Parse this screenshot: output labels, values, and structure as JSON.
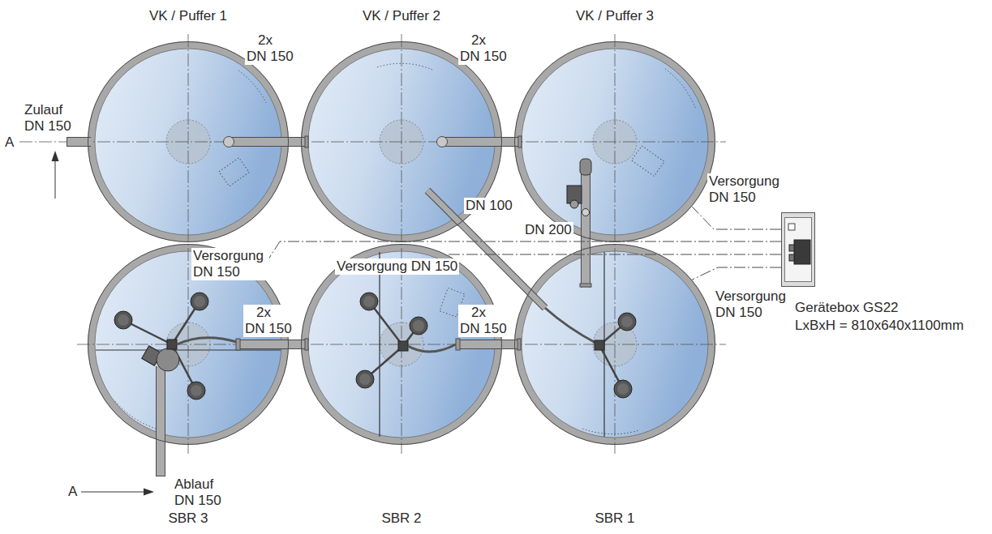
{
  "diagram": {
    "nodes": [
      {
        "text": [
          "VK / Puffer 1"
        ]
      },
      {
        "text": [
          "VK / Puffer 2"
        ]
      },
      {
        "text": [
          "VK / Puffer 3"
        ]
      },
      {
        "text": [
          "SBR 3"
        ]
      },
      {
        "text": [
          "SBR 2"
        ]
      },
      {
        "text": [
          "SBR 1"
        ]
      },
      {
        "text": [
          "Gerätebox GS22",
          "LxBxH = 810x640x1100mm"
        ]
      }
    ],
    "edges": [
      {
        "from": 0,
        "to": 1,
        "label": "2x DN 150",
        "arrow": "none"
      },
      {
        "from": 1,
        "to": 2,
        "label": "2x DN 150",
        "arrow": "none"
      },
      {
        "from": 1,
        "to": 5,
        "label": "DN 100",
        "arrow": "none"
      },
      {
        "from": 2,
        "to": 5,
        "label": "DN 200",
        "arrow": "none"
      },
      {
        "from": 3,
        "to": 4,
        "label": "2x DN 150",
        "arrow": "none"
      },
      {
        "from": 4,
        "to": 5,
        "label": "2x DN 150",
        "arrow": "none"
      },
      {
        "from": 6,
        "to": 2,
        "label": "Versorgung DN 150",
        "arrow": "none"
      },
      {
        "from": 6,
        "to": 3,
        "label": "Versorgung DN 150",
        "arrow": "none"
      },
      {
        "from": 6,
        "to": 4,
        "label": "Versorgung DN 150",
        "arrow": "none"
      },
      {
        "from": 6,
        "to": 5,
        "label": "Versorgung DN 150",
        "arrow": "none"
      }
    ],
    "labels": [
      "Zulauf DN 150",
      "A",
      "Ablauf DN 150",
      "A"
    ]
  }
}
